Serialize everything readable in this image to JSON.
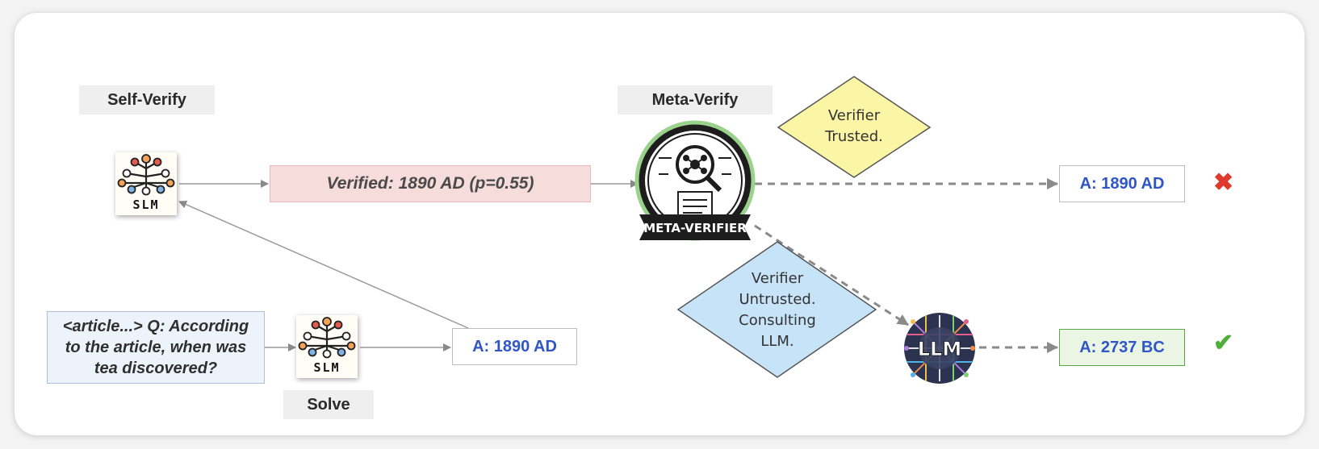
{
  "labels": {
    "self_verify": "Self-Verify",
    "meta_verify": "Meta-Verify",
    "solve": "Solve"
  },
  "question": "<article...> Q: According to the article, when was tea discovered?",
  "slm_label": "SLM",
  "verified_text": "Verified: 1890 AD (p=0.55)",
  "meta_verifier_badge": "META-VERIFIER",
  "llm_label": "LLM",
  "solve_answer": "A: 1890 AD",
  "trusted_answer": "A: 1890 AD",
  "llm_answer": "A: 2737 BC",
  "diamond_trusted": [
    "Verifier",
    "Trusted."
  ],
  "diamond_untrusted": [
    "Verifier",
    "Untrusted.",
    "Consulting",
    "LLM."
  ],
  "marks": {
    "wrong": "✖",
    "right": "✔"
  },
  "colors": {
    "wrong": "#e03a2f",
    "right": "#4caf3a",
    "answer_text": "#2f55c7",
    "trusted_diamond": "#fbf5a6",
    "untrusted_diamond": "#c7e3f8"
  }
}
